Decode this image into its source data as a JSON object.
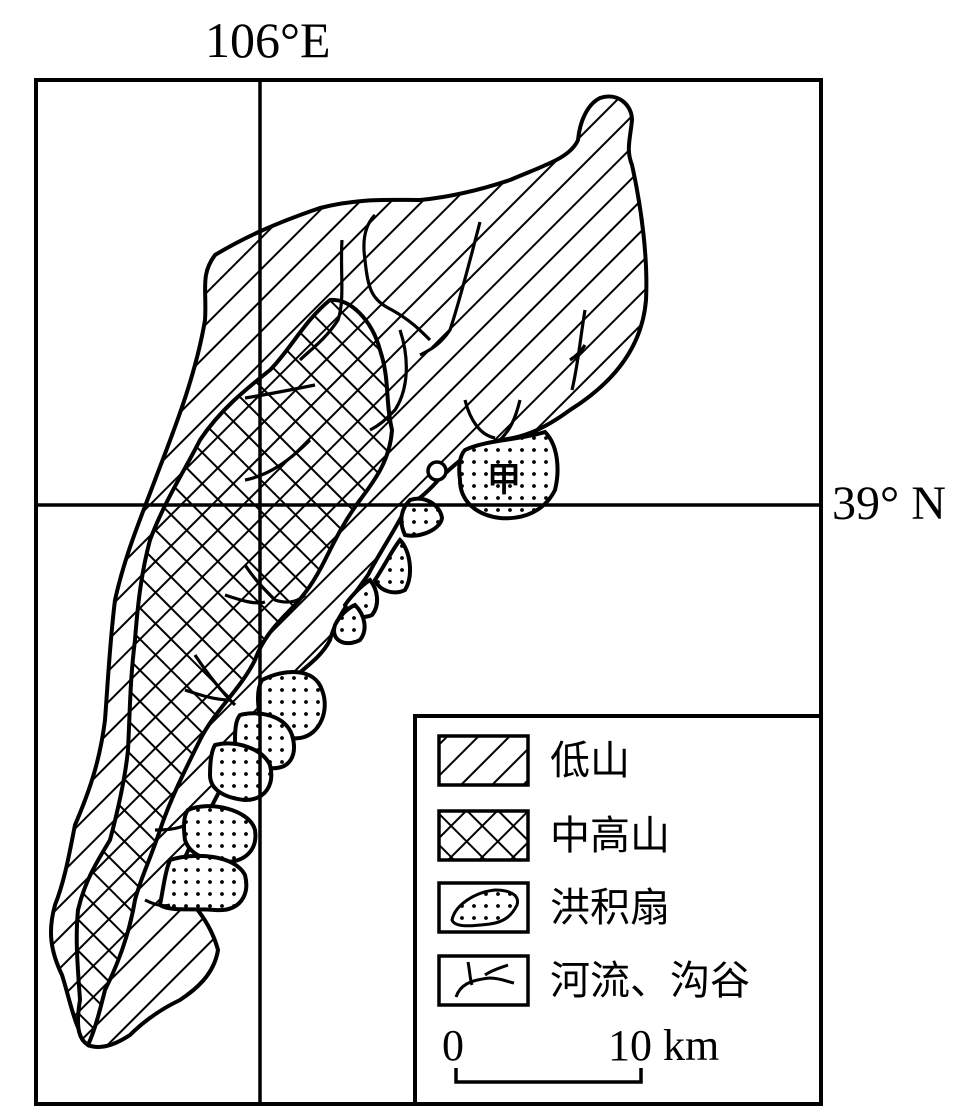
{
  "map": {
    "longitude_label": "106°E",
    "latitude_label": "39° N",
    "place_marker": "甲",
    "colors": {
      "ink": "#000000",
      "background": "#ffffff"
    }
  },
  "legend": {
    "items": [
      {
        "label": "低山",
        "pattern": "diagonal-hatch"
      },
      {
        "label": "中高山",
        "pattern": "cross-hatch"
      },
      {
        "label": "洪积扇",
        "pattern": "dot-fill"
      },
      {
        "label": "河流、沟谷",
        "pattern": "river-line"
      }
    ],
    "scale": {
      "start": "0",
      "end": "10 km"
    }
  }
}
